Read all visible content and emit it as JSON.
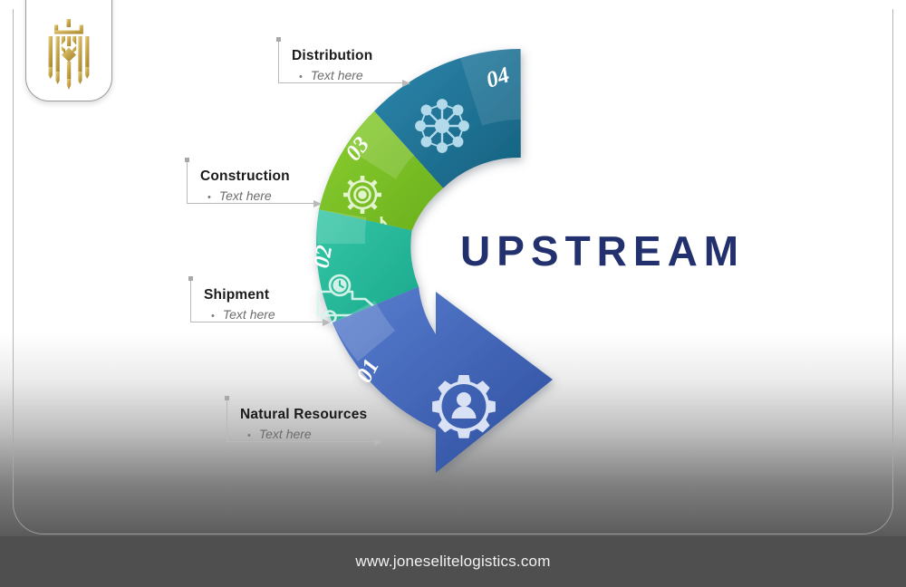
{
  "slide": {
    "headline": "UPSTREAM",
    "footer_url": "www.joneselitelogistics.com",
    "accent_navy": "#23306e",
    "footer_bg": "#4f4f4f"
  },
  "logo": {
    "name": "jones-elite-logistics-crest",
    "gold_light": "#e2c979",
    "gold_dark": "#a8872f"
  },
  "wheel": {
    "segments": [
      {
        "number": "01",
        "label": "Natural Resources",
        "icon": "user-gear-icon",
        "color": "#4a6ec0",
        "color_dark": "#2f4e9e"
      },
      {
        "number": "02",
        "label": "Shipment",
        "icon": "delivery-truck-clock-icon",
        "color": "#2bb99a",
        "color_dark": "#17a98e"
      },
      {
        "number": "03",
        "label": "Construction",
        "icon": "gear-wrench-icon",
        "color": "#7ac424",
        "color_dark": "#6ab01b"
      },
      {
        "number": "04",
        "label": "Distribution",
        "icon": "network-hub-icon",
        "color": "#1a7098",
        "color_dark": "#14607f"
      }
    ]
  },
  "callouts": [
    {
      "title": "Distribution",
      "bullet": "•",
      "text": "Text here"
    },
    {
      "title": "Construction",
      "bullet": "•",
      "text": "Text here"
    },
    {
      "title": "Shipment",
      "bullet": "•",
      "text": "Text here"
    },
    {
      "title": "Natural Resources",
      "bullet": "•",
      "text": "Text here"
    }
  ]
}
